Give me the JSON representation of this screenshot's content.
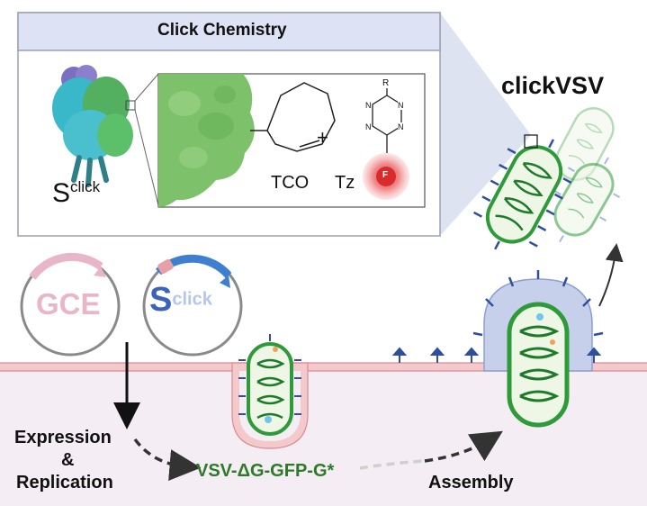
{
  "panel": {
    "title": "Click Chemistry",
    "protein_label_main": "S",
    "protein_label_sup": "click",
    "tco_label": "TCO",
    "tz_label": "Tz",
    "plus": "+",
    "tetrazine_r": "R",
    "tetrazine_n": "N",
    "fluor_letter": "F"
  },
  "clickvsv_title": "clickVSV",
  "plasmids": {
    "gce_label": "GCE",
    "s_main": "S",
    "s_sup": "click"
  },
  "steps": {
    "expression": "Expression",
    "amp": "&",
    "replication": "Replication",
    "virus_name": "VSV-ΔG-GFP-G*",
    "assembly": "Assembly"
  },
  "colors": {
    "panel_header": "#dde2f4",
    "membrane": "#f3c9cc",
    "cytoplasm": "#f4edf3",
    "envelope_green": "#2f9a3a",
    "glycoprotein_blue": "#2f4f9e",
    "gce_pink": "#e8b6c8",
    "virus_text_green": "#2f7a2a",
    "title_blue": "#3a63b9"
  }
}
